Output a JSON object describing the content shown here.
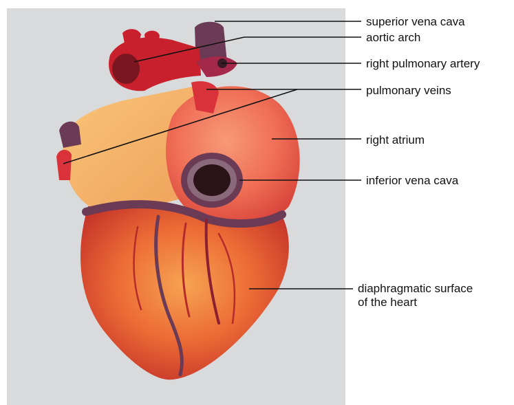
{
  "colors": {
    "background_panel": "#d9dadc",
    "page": "#ffffff",
    "myocardium": "#e0552f",
    "myocardium_light": "#f0a35f",
    "vessel_dark": "#6b3a55",
    "vessel_red": "#c8202c",
    "opening": "#2a1418",
    "label_text": "#111111"
  },
  "labels": [
    {
      "id": "superior-vena-cava",
      "lines": [
        "superior vena cava"
      ]
    },
    {
      "id": "aortic-arch",
      "lines": [
        "aortic arch"
      ]
    },
    {
      "id": "right-pulmonary-artery",
      "lines": [
        "right pulmonary artery"
      ]
    },
    {
      "id": "pulmonary-veins",
      "lines": [
        "pulmonary veins"
      ]
    },
    {
      "id": "right-atrium",
      "lines": [
        "right atrium"
      ]
    },
    {
      "id": "inferior-vena-cava",
      "lines": [
        "inferior vena cava"
      ]
    },
    {
      "id": "diaphragmatic-surface",
      "lines": [
        "diaphragmatic surface",
        "of the heart"
      ]
    }
  ]
}
